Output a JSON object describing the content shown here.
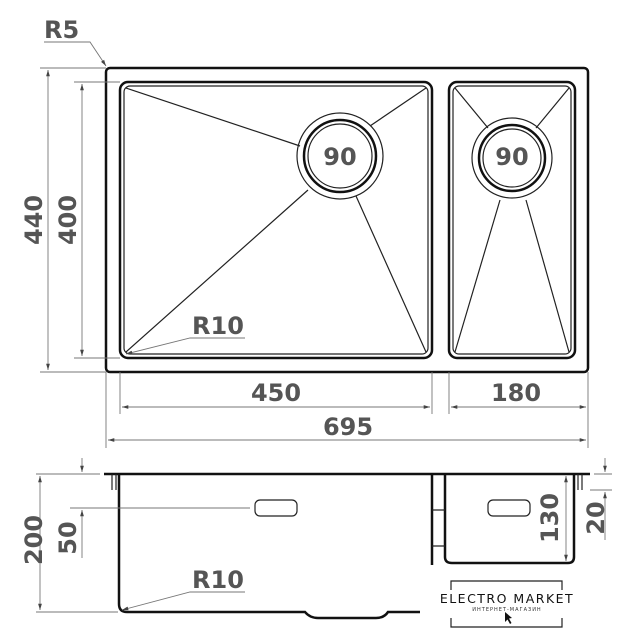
{
  "top_view": {
    "corner_radius_outer": "R5",
    "corner_radius_bowl": "R10",
    "overall_depth": "440",
    "bowl_depth": "400",
    "left_bowl_width": "450",
    "right_bowl_width": "180",
    "overall_width": "695",
    "left_drain": "90",
    "right_drain": "90"
  },
  "side_view": {
    "left_bowl_height": "200",
    "overflow_offset": "50",
    "right_bowl_height": "130",
    "right_overflow_offset": "20",
    "bottom_radius": "R10"
  },
  "logo": {
    "name": "ELECTRO MARKET",
    "tagline": "ИНТЕРНЕТ-МАГАЗИН"
  }
}
